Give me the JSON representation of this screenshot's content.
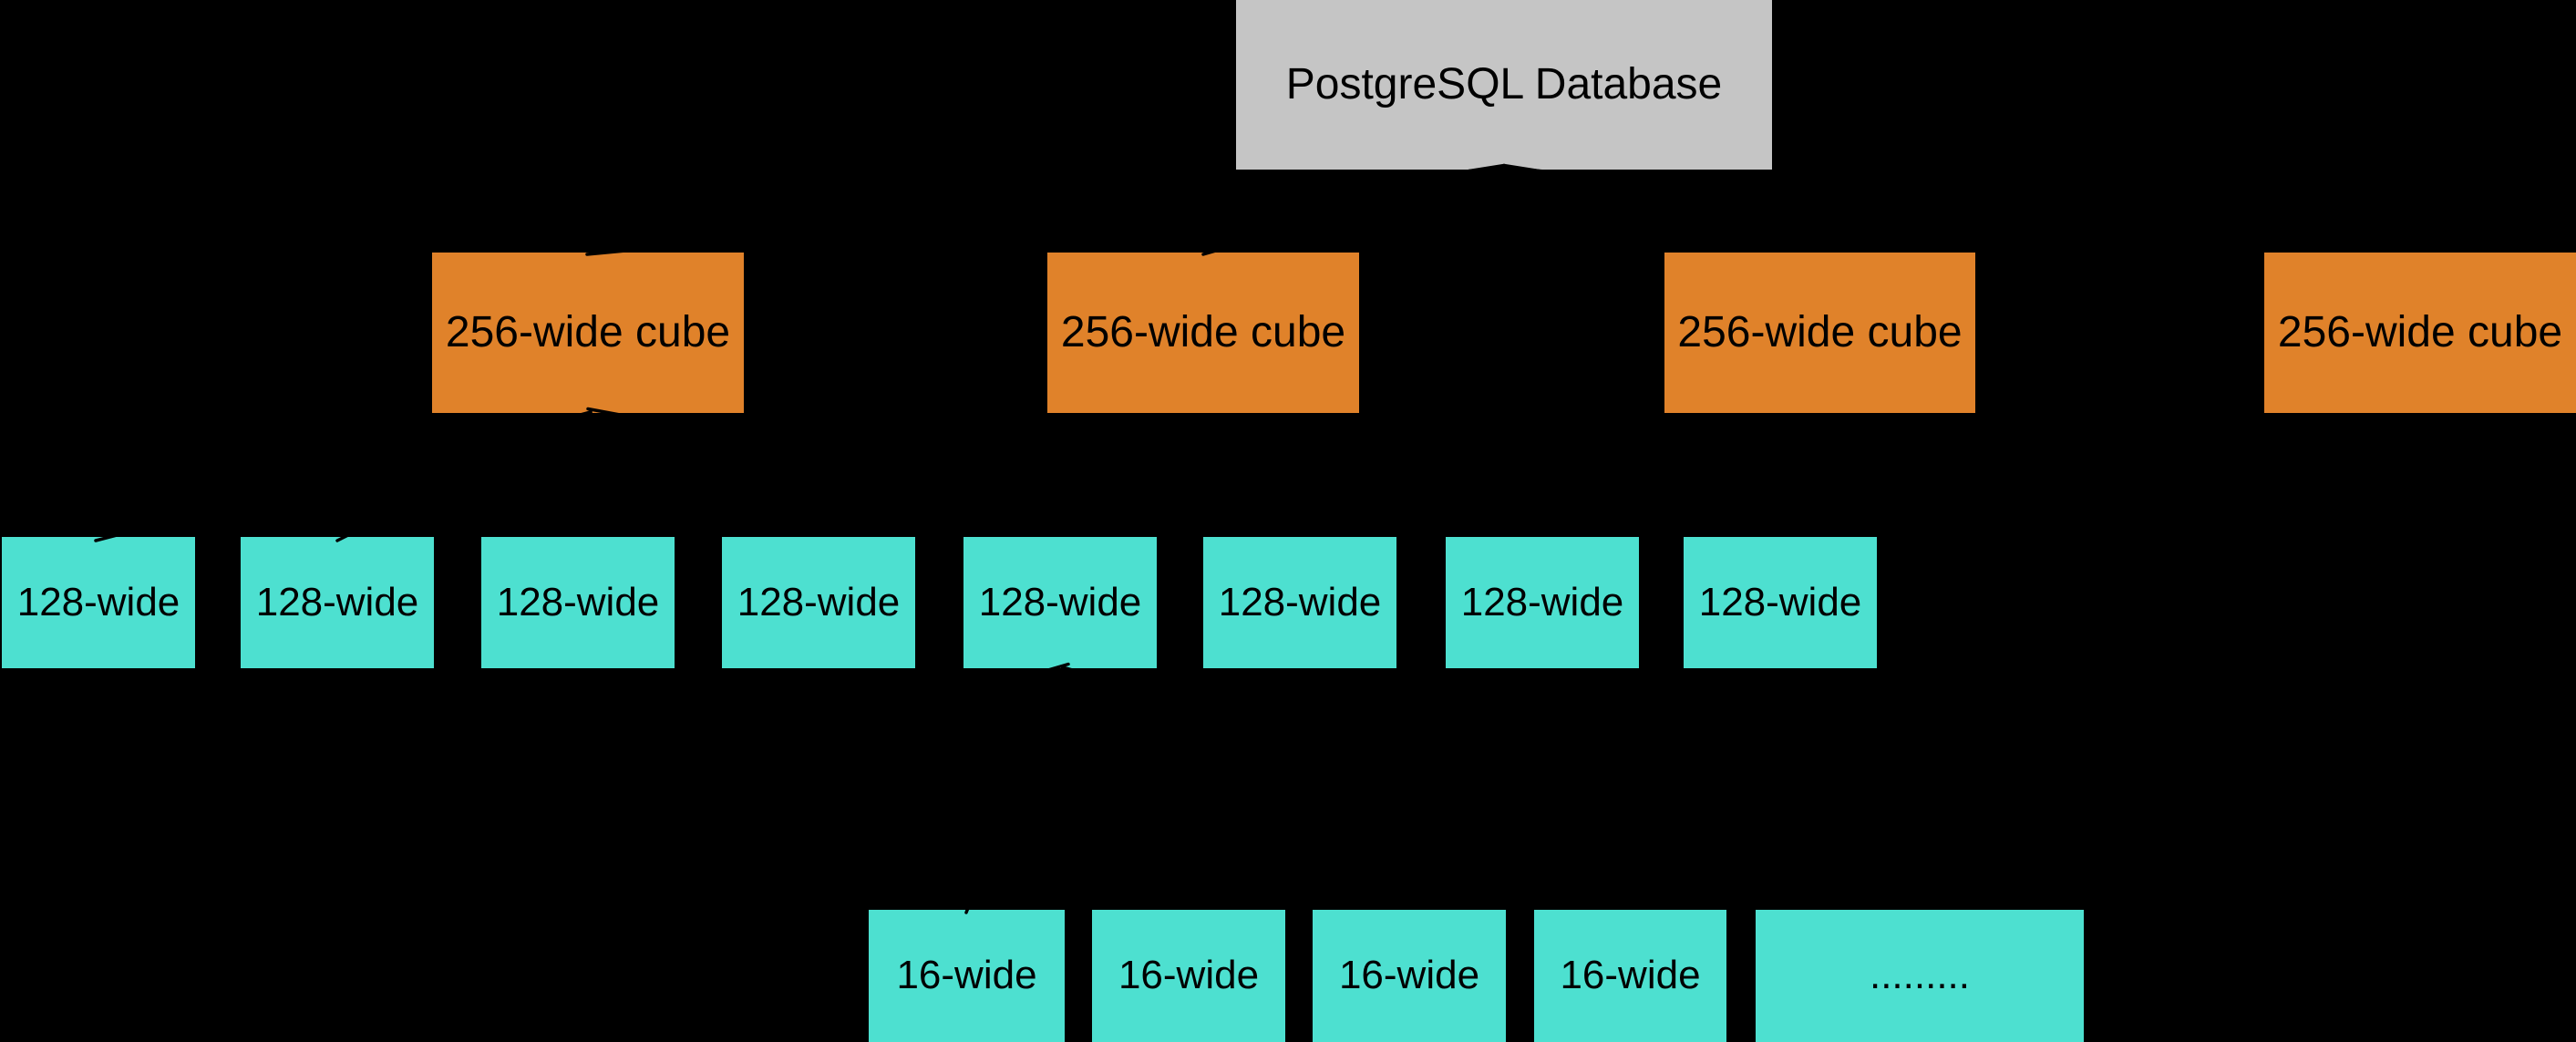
{
  "diagram": {
    "background": "#000000",
    "colors": {
      "bg": "#000000",
      "root_fill": "#c5c5c5",
      "cube_fill": "#e0822a",
      "sub_fill": "#4de0d0",
      "label": "#000000",
      "edge": "#000000"
    },
    "root": {
      "label": "PostgreSQL Database"
    },
    "cubes": [
      {
        "label": "256-wide cube"
      },
      {
        "label": "256-wide cube"
      },
      {
        "label": "256-wide cube"
      },
      {
        "label": "256-wide cube"
      }
    ],
    "subcubes": [
      {
        "label": "128-wide"
      },
      {
        "label": "128-wide"
      },
      {
        "label": "128-wide"
      },
      {
        "label": "128-wide"
      },
      {
        "label": "128-wide"
      },
      {
        "label": "128-wide"
      },
      {
        "label": "128-wide"
      },
      {
        "label": "128-wide"
      }
    ],
    "leaves": [
      {
        "label": "16-wide"
      },
      {
        "label": "16-wide"
      },
      {
        "label": "16-wide"
      },
      {
        "label": "16-wide"
      },
      {
        "label": "........."
      }
    ]
  }
}
